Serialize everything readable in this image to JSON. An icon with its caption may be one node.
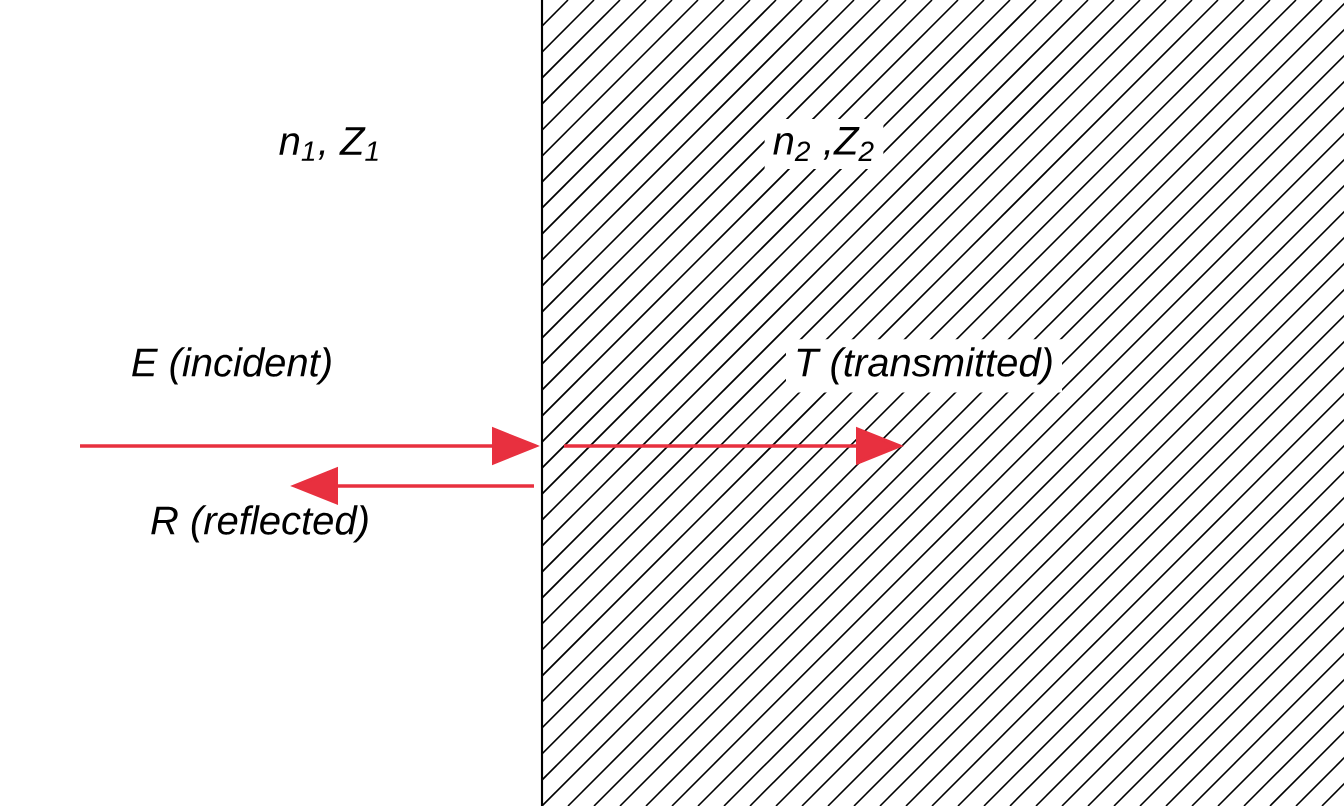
{
  "diagram": {
    "labels": [
      "n$_{1}$, Z$_{1}$",
      "n$_{2}$ ,Z$_{2}$",
      "E  (incident)",
      "T (transmitted)",
      "R (reflected)"
    ]
  }
}
